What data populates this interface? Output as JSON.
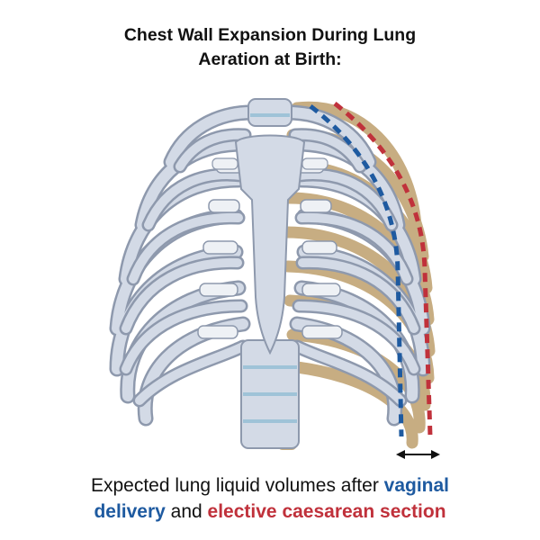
{
  "title": {
    "line1": "Chest Wall Expansion During Lung",
    "line2": "Aeration at Birth:"
  },
  "caption": {
    "prefix": "Expected lung liquid volumes after ",
    "vaginal_1": "vaginal",
    "vaginal_2": "delivery",
    "middle": " and ",
    "caesarean": "elective caesarean section"
  },
  "colors": {
    "vaginal": "#1e5aa0",
    "caesarean": "#c0313b",
    "rib_front": "#d3dae6",
    "rib_outline": "#8e99ad",
    "rib_back": "#c7ad82",
    "cartilage": "#eef1f5"
  },
  "icons": {
    "width_indicator": "double-arrow-icon"
  }
}
